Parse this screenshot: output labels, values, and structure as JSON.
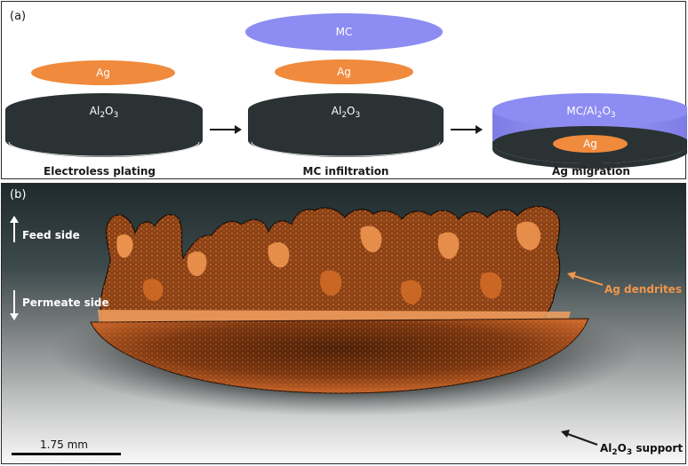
{
  "panel_a": {
    "label": "(a)",
    "steps": [
      {
        "caption": "Electroless plating",
        "disk_label": "Al2O3",
        "top_layer": "Ag"
      },
      {
        "caption": "MC infiltration",
        "disk_label": "Al2O3",
        "middle_layer": "Ag",
        "top_layer": "MC"
      },
      {
        "caption": "Ag migration",
        "disk_label": "MC/Al2O3",
        "inner_label": "Ag"
      }
    ]
  },
  "panel_b": {
    "label": "(b)",
    "feed_side": "Feed side",
    "permeate_side": "Permeate side",
    "dendrites_label": "Ag dendrites",
    "support_label": "Al2O3 support",
    "scale_bar": "1.75 mm"
  },
  "colors": {
    "disk_dark": "#2b3233",
    "silver_orange": "#f08a3c",
    "mc_purple": "#8d8cf2",
    "callout_orange": "#f0954a"
  }
}
